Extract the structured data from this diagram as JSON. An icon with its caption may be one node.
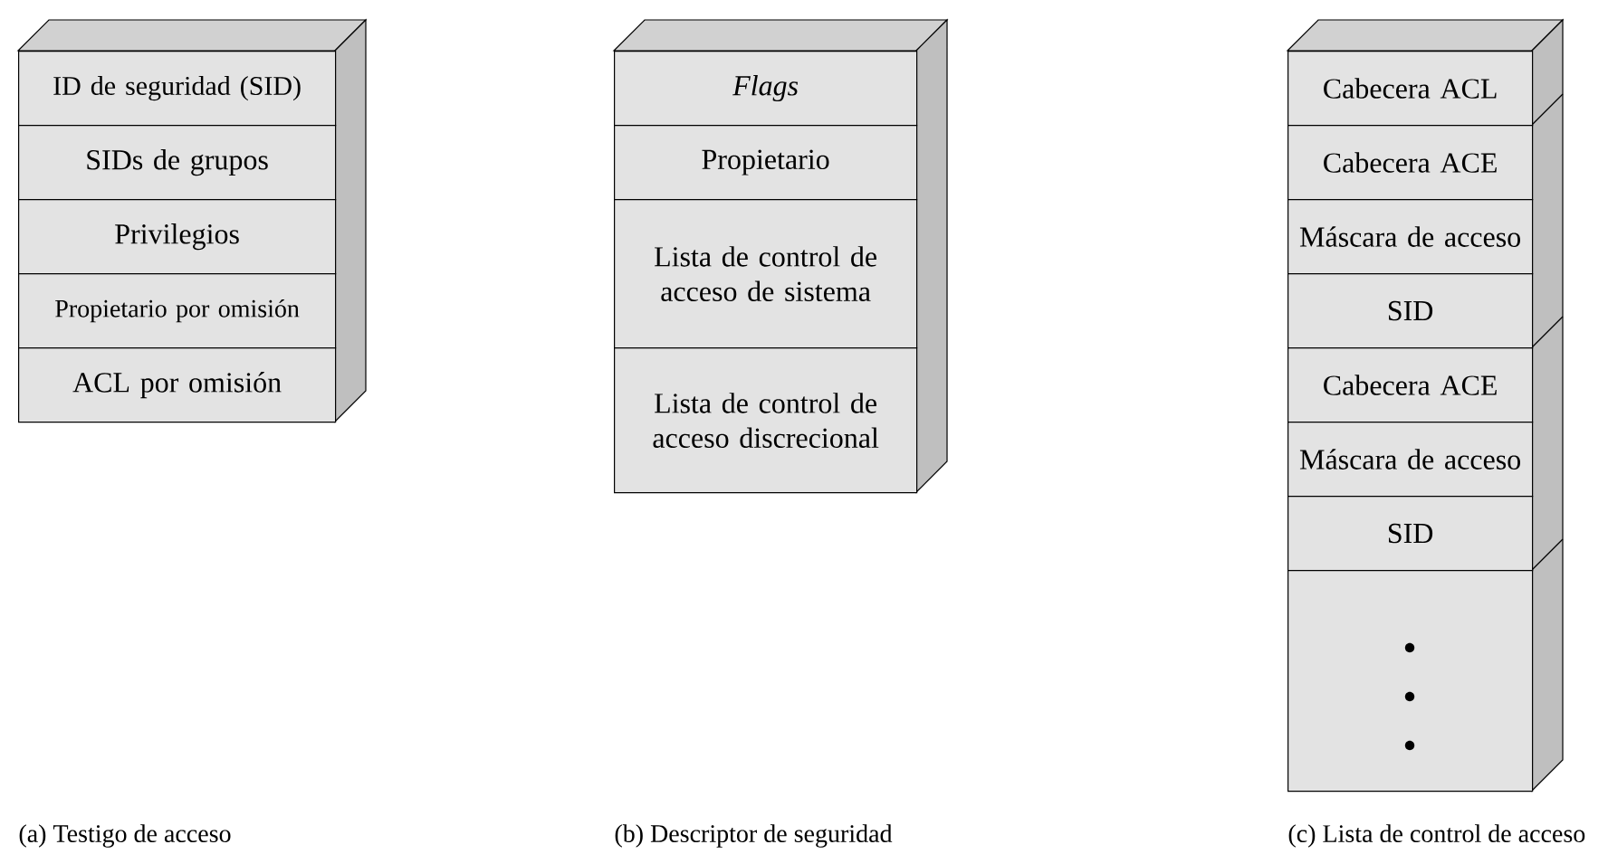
{
  "diagram": {
    "nodes": [
      {
        "text": [
          "ID de seguridad (SID)"
        ]
      },
      {
        "text": [
          "SIDs de grupos"
        ]
      },
      {
        "text": [
          "Privilegios"
        ]
      },
      {
        "text": [
          "Propietario por omisión"
        ]
      },
      {
        "text": [
          "ACL por omisión"
        ]
      },
      {
        "text": [
          "Flags"
        ]
      },
      {
        "text": [
          "Propietario"
        ]
      },
      {
        "text": [
          "Lista de control de acceso de sistema"
        ]
      },
      {
        "text": [
          "Lista de control de acceso discrecional"
        ]
      },
      {
        "text": [
          "Cabecera ACL"
        ]
      },
      {
        "text": [
          "Cabecera ACE"
        ]
      },
      {
        "text": [
          "Máscara de acceso"
        ]
      },
      {
        "text": [
          "SID"
        ]
      },
      {
        "text": [
          "Cabecera ACE"
        ]
      },
      {
        "text": [
          "Máscara de acceso"
        ]
      },
      {
        "text": [
          "SID"
        ]
      },
      {
        "text": [],
        "shape": "box"
      }
    ],
    "labels": [
      "(a) Testigo de acceso",
      "(b) Descriptor de seguridad",
      "(c) Lista de control de acceso"
    ]
  }
}
